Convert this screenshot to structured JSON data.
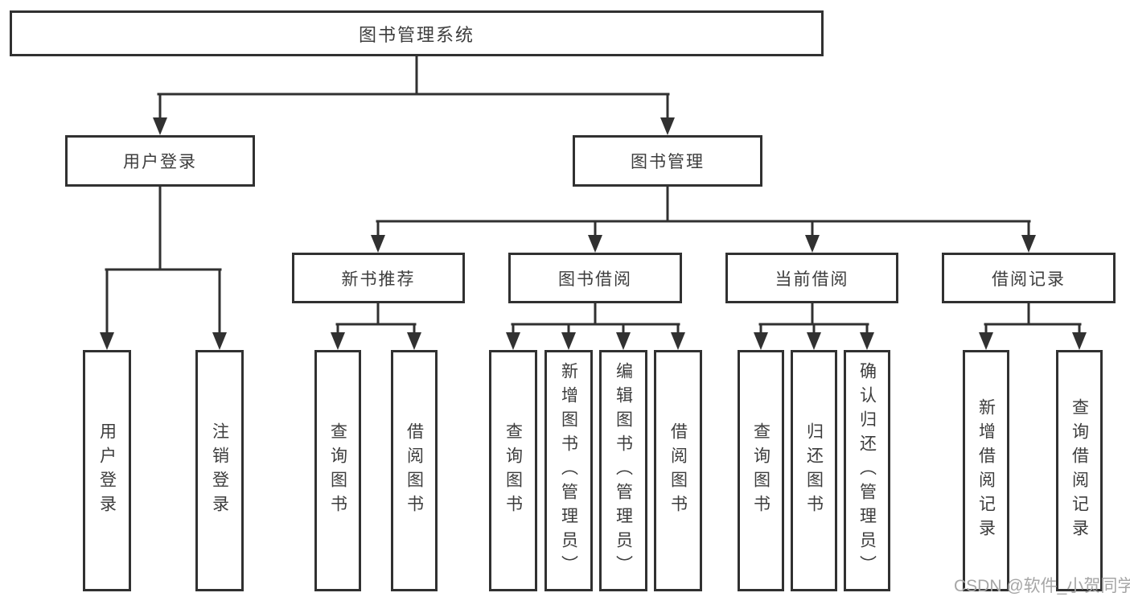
{
  "diagram": {
    "root": {
      "label": "图书管理系统"
    },
    "branches": [
      {
        "label": "用户登录",
        "leaves": [
          "用户登录",
          "注销登录"
        ]
      },
      {
        "label": "图书管理",
        "groups": [
          {
            "label": "新书推荐",
            "leaves": [
              "查询图书",
              "借阅图书"
            ]
          },
          {
            "label": "图书借阅",
            "leaves": [
              "查询图书",
              "新增图书（管理员）",
              "编辑图书（管理员）",
              "借阅图书"
            ]
          },
          {
            "label": "当前借阅",
            "leaves": [
              "查询图书",
              "归还图书",
              "确认归还（管理员）"
            ]
          },
          {
            "label": "借阅记录",
            "leaves": [
              "新增借阅记录",
              "查询借阅记录"
            ]
          }
        ]
      }
    ]
  },
  "watermark": {
    "text": "CSDN @软件_小贺同学"
  },
  "colors": {
    "line": "#313131",
    "text": "#3d3d3d",
    "watermark": "#a6a6a6",
    "background": "#ffffff"
  }
}
